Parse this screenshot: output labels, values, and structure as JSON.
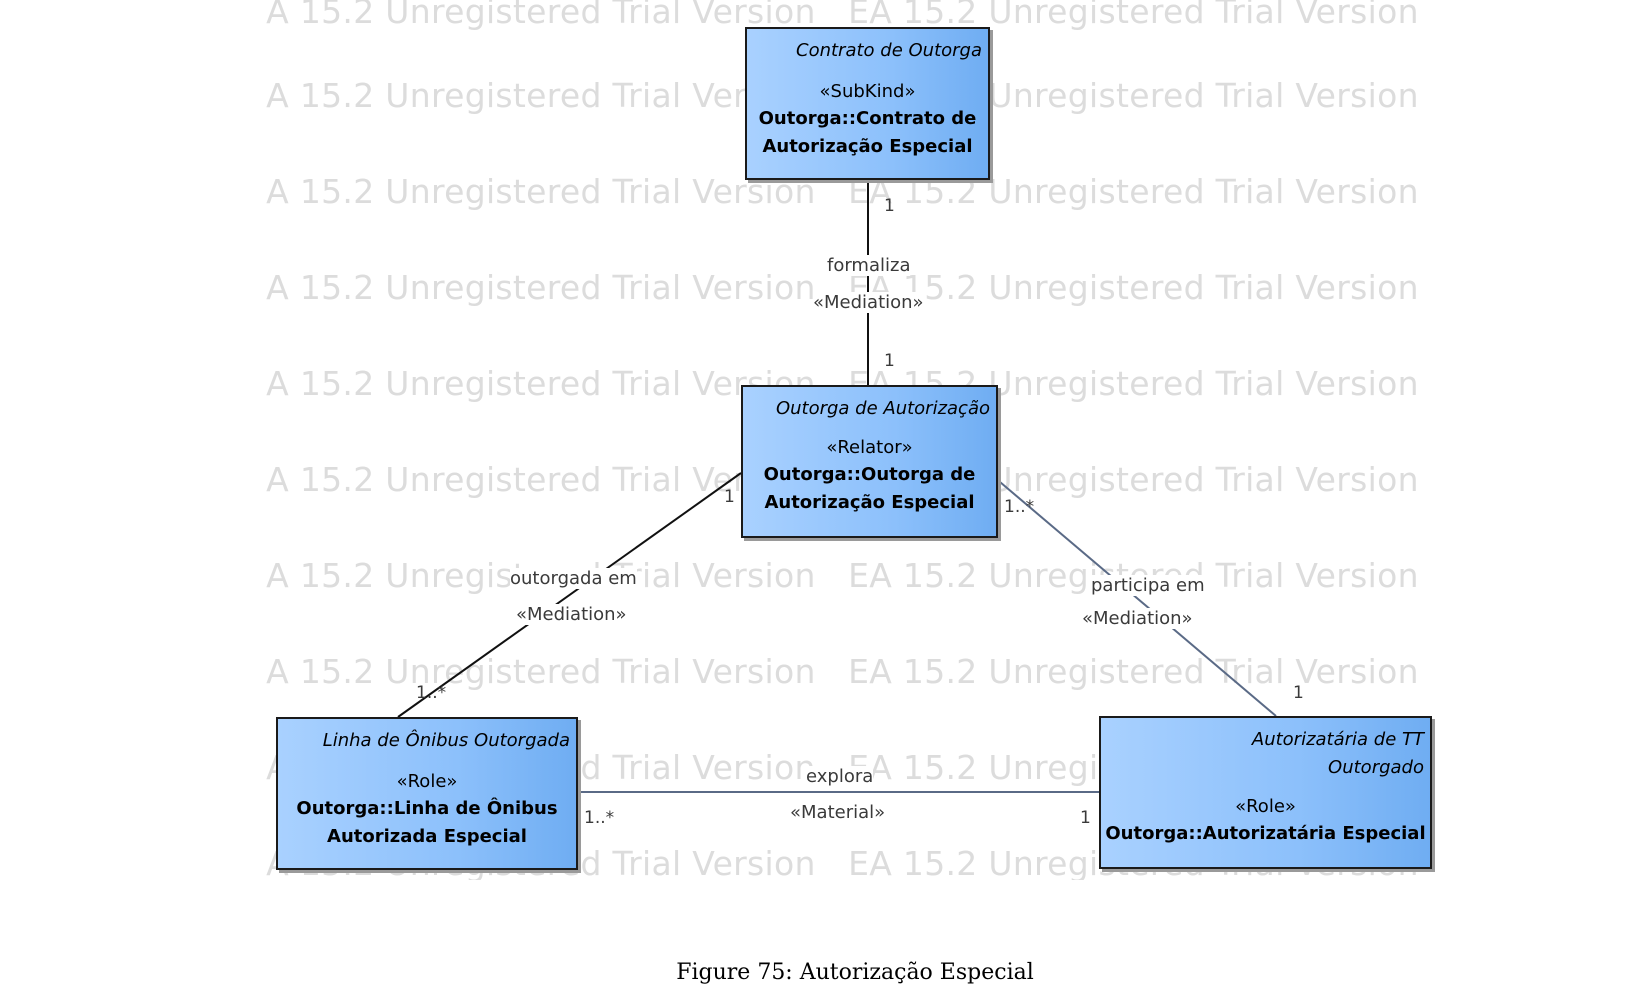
{
  "watermark_text": "EA 15.2 Unregistered Trial Version",
  "classes": {
    "contrato": {
      "name": "Contrato de Outorga",
      "stereotype": "«SubKind»",
      "qualified_1": "Outorga::Contrato de",
      "qualified_2": "Autorização Especial"
    },
    "outorga": {
      "name": "Outorga de Autorização",
      "stereotype": "«Relator»",
      "qualified_1": "Outorga::Outorga de",
      "qualified_2": "Autorização Especial"
    },
    "linha": {
      "name": "Linha de Ônibus Outorgada",
      "stereotype": "«Role»",
      "qualified_1": "Outorga::Linha de Ônibus",
      "qualified_2": "Autorizada Especial"
    },
    "autorizataria": {
      "name_1": "Autorizatária de TT",
      "name_2": "Outorgado",
      "stereotype": "«Role»",
      "qualified_1": "Outorga::Autorizatária Especial"
    }
  },
  "associations": {
    "formaliza": {
      "name": "formaliza",
      "stereotype": "«Mediation»",
      "mult_source": "1",
      "mult_target": "1"
    },
    "outorgada_em": {
      "name": "outorgada em",
      "stereotype": "«Mediation»",
      "mult_source": "1",
      "mult_target": "1..*"
    },
    "participa_em": {
      "name": "participa em",
      "stereotype": "«Mediation»",
      "mult_source": "1..*",
      "mult_target": "1"
    },
    "explora": {
      "name": "explora",
      "stereotype": "«Material»",
      "mult_source": "1..*",
      "mult_target": "1"
    }
  },
  "caption": "Figure 75: Autorização Especial",
  "colors": {
    "class_fill": "#8cc0fb",
    "line_dark": "#111111",
    "line_slate": "#5a6a86",
    "watermark": "#dcdcdc"
  }
}
